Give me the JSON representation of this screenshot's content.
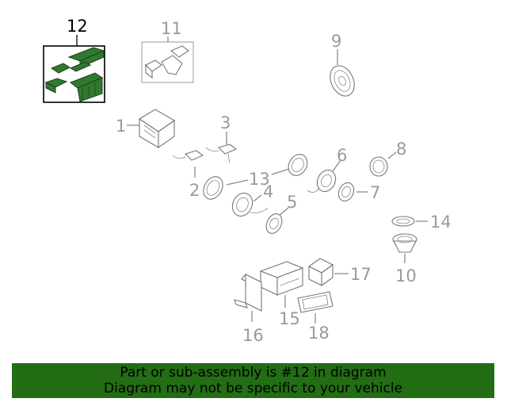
{
  "diagram": {
    "callouts": [
      "1",
      "2",
      "3",
      "4",
      "5",
      "6",
      "7",
      "8",
      "9",
      "10",
      "11",
      "12",
      "13",
      "14",
      "15",
      "16",
      "17",
      "18"
    ],
    "highlighted_callout": "12",
    "highlight_color": "#2f7a2f"
  },
  "banner": {
    "line1": "Part or sub-assembly is #12 in diagram",
    "line2": "Diagram may not be specific to your vehicle",
    "background": "#236d14"
  }
}
